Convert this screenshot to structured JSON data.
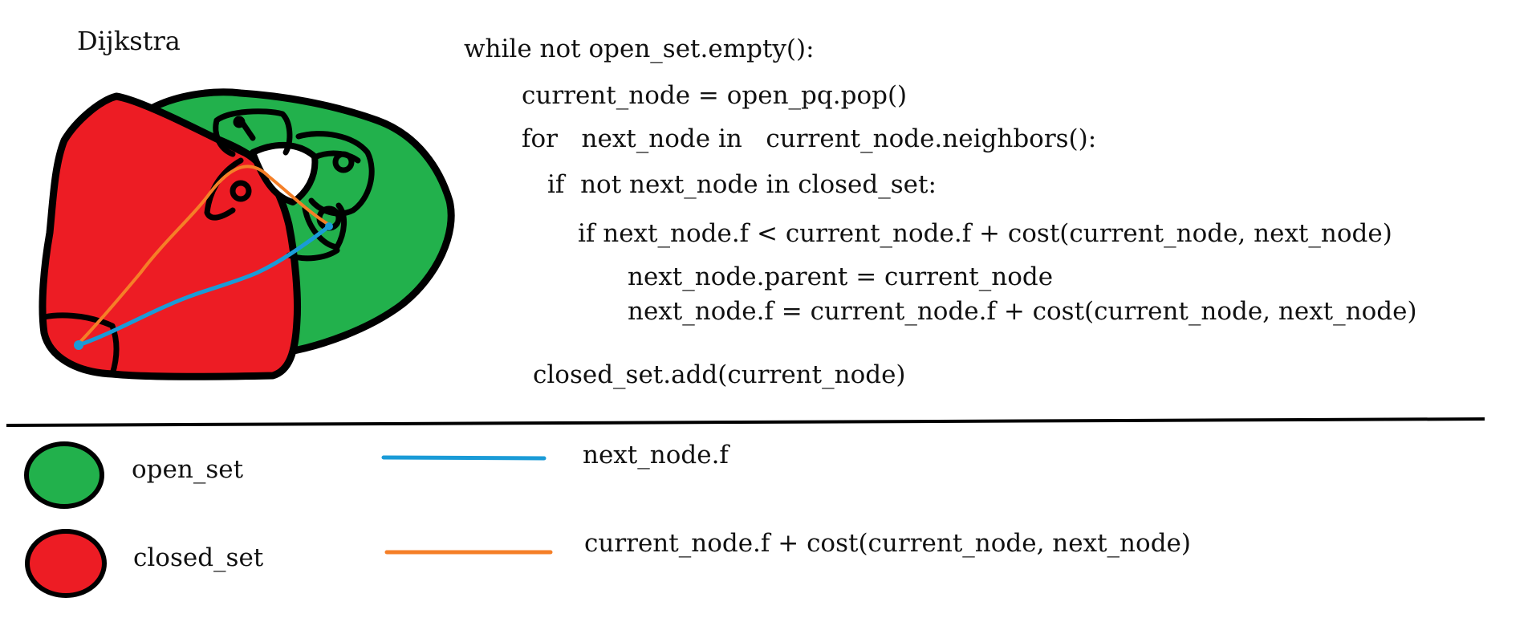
{
  "diagram": {
    "title": "Dijkstra",
    "code_lines": [
      "while not open_set.empty():",
      "current_node = open_pq.pop()",
      "for   next_node in   current_node.neighbors():",
      "if  not next_node in closed_set:",
      "if next_node.f < current_node.f + cost(current_node, next_node)",
      "next_node.parent = current_node",
      "next_node.f = current_node.f + cost(current_node, next_node)",
      "closed_set.add(current_node)"
    ]
  },
  "legend": {
    "open_set": {
      "label": "open_set",
      "color": "#22b14c"
    },
    "closed_set": {
      "label": "closed_set",
      "color": "#ed1c24"
    },
    "blue_line": {
      "label": "next_node.f",
      "color": "#1a9bd7"
    },
    "orange_line": {
      "label": "current_node.f + cost(current_node, next_node)",
      "color": "#f57f27"
    }
  }
}
